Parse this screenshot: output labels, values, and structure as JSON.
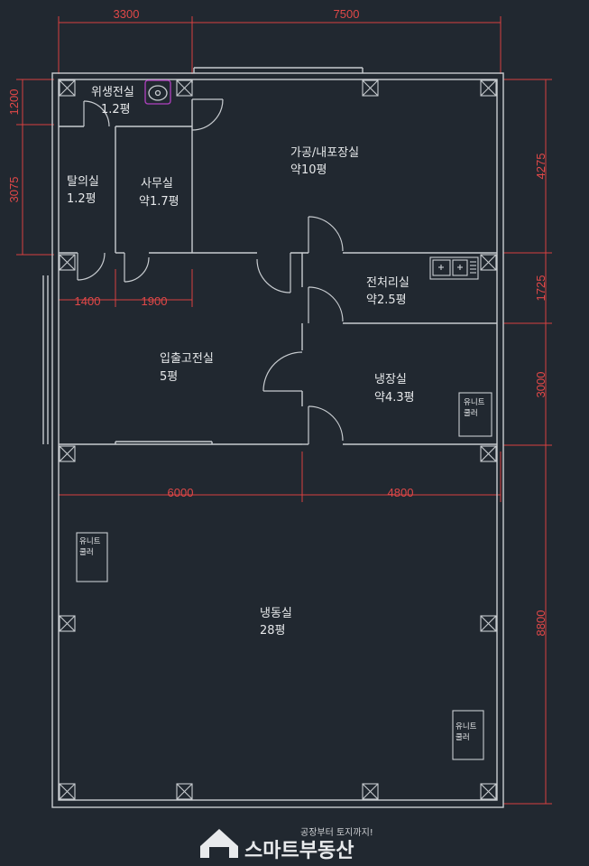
{
  "rooms": {
    "sanitation": {
      "name": "위생전실",
      "area": "1.2평"
    },
    "changing": {
      "name": "탈의실",
      "area": "1.2평"
    },
    "office": {
      "name": "사무실",
      "area": "약1.7평"
    },
    "packaging": {
      "name": "가공/내포장실",
      "area": "약10평"
    },
    "preprocess": {
      "name": "전처리실",
      "area": "약2.5평"
    },
    "anteroom": {
      "name": "입출고전실",
      "area": "5평"
    },
    "cold": {
      "name": "냉장실",
      "area": "약4.3평"
    },
    "freezer": {
      "name": "냉동실",
      "area": "28평"
    }
  },
  "units": {
    "cold_cooler": {
      "line1": "유니트",
      "line2": "쿨러"
    },
    "freezer_cooler_left": {
      "line1": "유니트",
      "line2": "쿨러"
    },
    "freezer_cooler_right": {
      "line1": "유니트",
      "line2": "쿨러"
    }
  },
  "dimensions": {
    "top_left": "3300",
    "top_right": "7500",
    "left_upper": "1200",
    "left_lower": "3075",
    "inner_left": "1400",
    "inner_right": "1900",
    "mid_left": "6000",
    "mid_right": "4800",
    "right_1": "4275",
    "right_2": "1725",
    "right_3": "3000",
    "right_4": "8800"
  },
  "logo": {
    "tagline": "공장부터 토지까지!",
    "name": "스마트부동산"
  },
  "colors": {
    "background": "#212830",
    "wall": "#c8ccd0",
    "dimension": "#e04848",
    "text": "#e6e8ea",
    "sink_accent": "#b040c0"
  }
}
